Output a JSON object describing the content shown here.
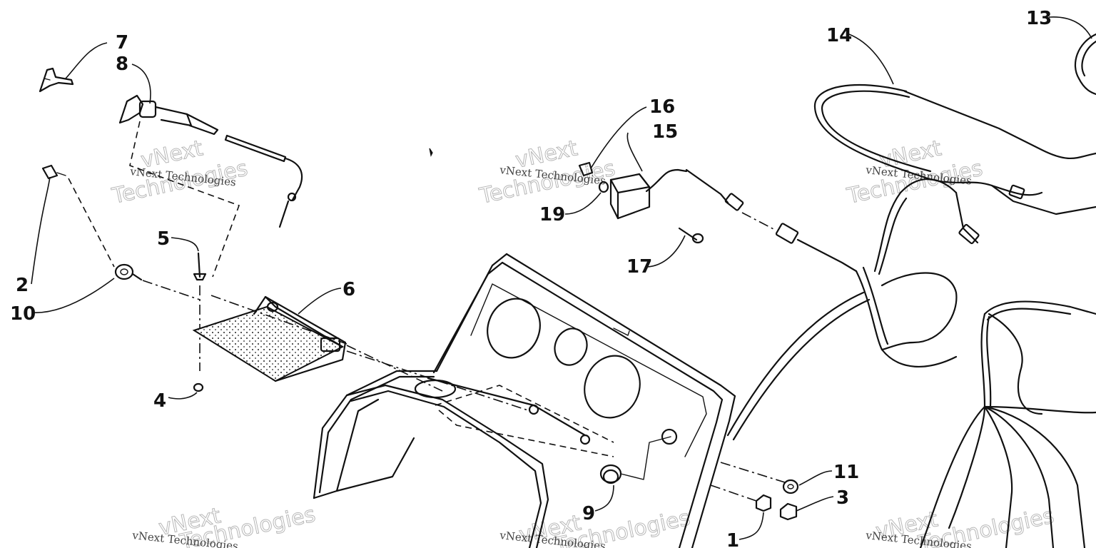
{
  "callouts": {
    "c1": "1",
    "c2": "2",
    "c3": "3",
    "c4": "4",
    "c5": "5",
    "c6": "6",
    "c7": "7",
    "c8": "8",
    "c9": "9",
    "c10": "10",
    "c11": "11",
    "c13": "13",
    "c14": "14",
    "c15": "15",
    "c16": "16",
    "c17": "17",
    "c19": "19"
  },
  "watermark": {
    "line1": "vNext Technologies",
    "outline_a": "vNext",
    "outline_b": "Technologies"
  }
}
